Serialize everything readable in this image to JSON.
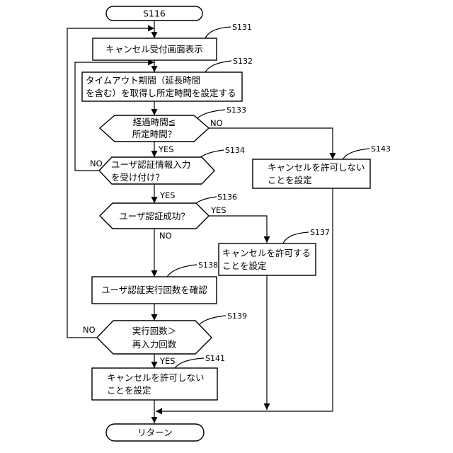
{
  "start": {
    "label": "S116"
  },
  "end": {
    "label": "リターン"
  },
  "steps": {
    "s131": {
      "id": "S131",
      "text": "キャンセル受付画面表示"
    },
    "s132": {
      "id": "S132",
      "line1": "タイムアウト期間（延長時間",
      "line2": "を含む）を取得し所定時間を設定する"
    },
    "s133": {
      "id": "S133",
      "line1": "経過時間≦",
      "line2": "所定時間？"
    },
    "s134": {
      "id": "S134",
      "line1": "ユーザ認証情報入力",
      "line2": "を受け付け？"
    },
    "s136": {
      "id": "S136",
      "text": "ユーザ認証成功？"
    },
    "s137": {
      "id": "S137",
      "line1": "キャンセルを許可する",
      "line2": "ことを設定"
    },
    "s138": {
      "id": "S138",
      "text": "ユーザ認証実行回数を確認"
    },
    "s139": {
      "id": "S139",
      "line1": "実行回数＞",
      "line2": "再入力回数"
    },
    "s141": {
      "id": "S141",
      "line1": "キャンセルを許可しない",
      "line2": "ことを設定"
    },
    "s143": {
      "id": "S143",
      "line1": "キャンセルを許可しない",
      "line2": "ことを設定"
    }
  },
  "branches": {
    "yes": "YES",
    "no": "NO"
  }
}
